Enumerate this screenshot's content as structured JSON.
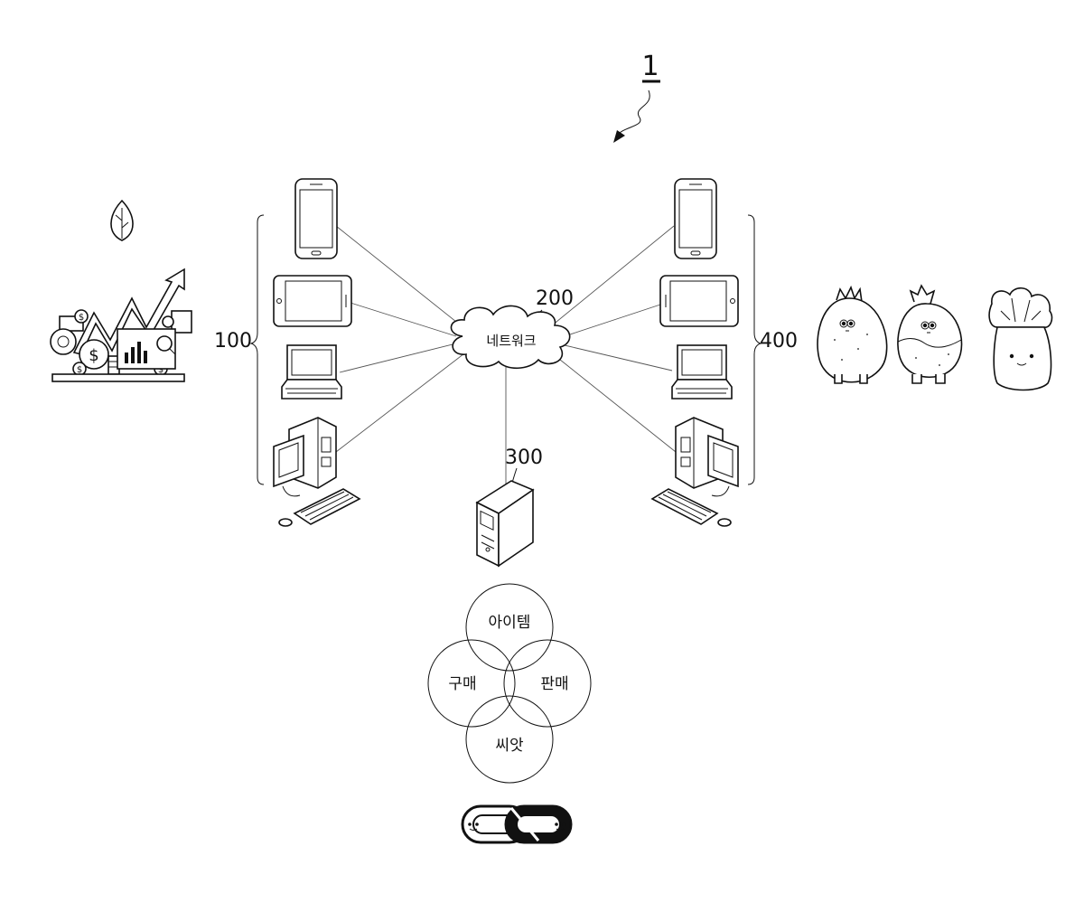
{
  "figure": {
    "system_label": "1",
    "user_terminals_label": "100",
    "network_label": "200",
    "network_text": "네트워크",
    "server_label": "300",
    "other_terminals_label": "400"
  },
  "venn": {
    "top": "아이템",
    "left": "구매",
    "right": "판매",
    "bottom": "씨앗"
  },
  "icons": [
    "seed-leaf-icon",
    "investment-chart-icon",
    "smartphone-icon",
    "tablet-icon",
    "laptop-icon",
    "desktop-computer-icon",
    "server-tower-icon",
    "cloud-network-icon",
    "potato-character-icon",
    "radish-character-icon",
    "cabbage-character-icon",
    "chain-link-icon"
  ]
}
